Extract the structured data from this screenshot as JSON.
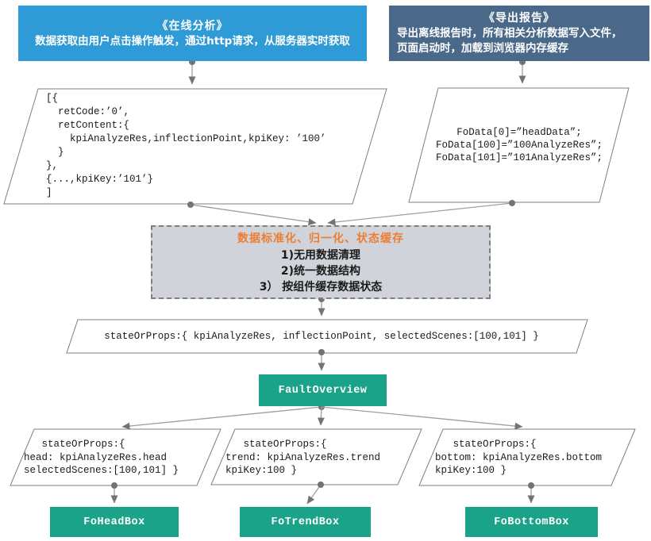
{
  "colors": {
    "blue": "#2E9BD6",
    "darkblue": "#4A688A",
    "teal": "#1BA38A",
    "orange": "#ED7D31",
    "panelgray": "#D0D4DA",
    "line": "#9E9E9E",
    "marker": "#737373"
  },
  "diagram": {
    "online_analysis": {
      "title": "《在线分析》",
      "body": "数据获取由用户点击操作触发，通过http请求，从服务器实时获取"
    },
    "export_report": {
      "title": "《导出报告》",
      "body": "导出离线报告时，所有相关分析数据写入文件，\n页面启动时，加载到浏览器内存缓存"
    },
    "online_response_code": "[{\n  retCode:’0’,\n  retContent:{\n    kpiAnalyzeRes,inflectionPoint,kpiKey: ’100’\n  }\n},\n{...,kpiKey:’101’}\n]",
    "export_data_code": "FoData[0]=”headData”;\nFoData[100]=”100AnalyzeRes”;\nFoData[101]=”101AnalyzeRes”;",
    "normalize": {
      "title": "数据标准化、归一化、状态缓存",
      "items": [
        "1)无用数据清理",
        "2)统一数据结构",
        "3） 按组件缓存数据状态"
      ]
    },
    "state_props": "stateOrProps:{ kpiAnalyzeRes, inflectionPoint, selectedScenes:[100,101] }",
    "fault_overview_label": "FaultOverview",
    "head_props": "   stateOrProps:{\nhead: kpiAnalyzeRes.head\nselectedScenes:[100,101] }",
    "trend_props": "   stateOrProps:{\ntrend: kpiAnalyzeRes.trend\nkpiKey:100 }",
    "bottom_props": "   stateOrProps:{\nbottom: kpiAnalyzeRes.bottom\nkpiKey:100 }",
    "fo_head_label": "FoHeadBox",
    "fo_trend_label": "FoTrendBox",
    "fo_bottom_label": "FoBottomBox"
  }
}
